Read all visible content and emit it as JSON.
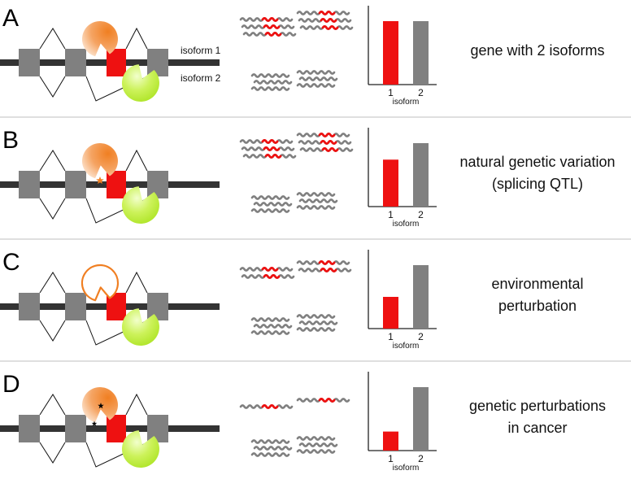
{
  "colors": {
    "isoform1": "#ee1111",
    "isoform2": "#808080",
    "exon": "#808080",
    "backbone": "#333333",
    "rna": "#808080",
    "rna_highlight": "#ee1111",
    "factor_orange": "#f07f22",
    "factor_green": "#b7ee2e"
  },
  "icons": [
    "splicing-factor-orange-icon",
    "splicing-factor-green-icon",
    "mutation-star-icon",
    "rna-transcript-icon"
  ],
  "labels": {
    "isoform1": "isoform 1",
    "isoform2": "isoform 2"
  },
  "panels": [
    {
      "letter": "A",
      "desc_lines": [
        "gene with 2 isoforms"
      ],
      "factor_style": "filled",
      "snp_star": false,
      "factor_star": false,
      "rna_highlight_rows": 3,
      "rna_plain_rows": 3,
      "chart_data": {
        "type": "bar",
        "categories": [
          "1",
          "2"
        ],
        "values": [
          1.0,
          1.0
        ],
        "xlabel": "isoform",
        "ylabel": "",
        "grid": false
      }
    },
    {
      "letter": "B",
      "desc_lines": [
        "natural genetic variation",
        "(splicing QTL)"
      ],
      "factor_style": "filled",
      "snp_star": true,
      "factor_star": false,
      "rna_highlight_rows": 3,
      "rna_plain_rows": 3,
      "chart_data": {
        "type": "bar",
        "categories": [
          "1",
          "2"
        ],
        "values": [
          0.74,
          1.0
        ],
        "xlabel": "isoform",
        "ylabel": "",
        "grid": false
      }
    },
    {
      "letter": "C",
      "desc_lines": [
        "environmental",
        "perturbation"
      ],
      "factor_style": "outline",
      "snp_star": false,
      "factor_star": false,
      "rna_highlight_rows": 2,
      "rna_plain_rows": 3,
      "chart_data": {
        "type": "bar",
        "categories": [
          "1",
          "2"
        ],
        "values": [
          0.5,
          1.0
        ],
        "xlabel": "isoform",
        "ylabel": "",
        "grid": false
      }
    },
    {
      "letter": "D",
      "desc_lines": [
        "genetic perturbations",
        "in cancer"
      ],
      "factor_style": "filled",
      "snp_star": false,
      "factor_star": true,
      "rna_highlight_rows": 1,
      "rna_plain_rows": 3,
      "chart_data": {
        "type": "bar",
        "categories": [
          "1",
          "2"
        ],
        "values": [
          0.3,
          1.0
        ],
        "xlabel": "isoform",
        "ylabel": "",
        "grid": false
      }
    }
  ]
}
